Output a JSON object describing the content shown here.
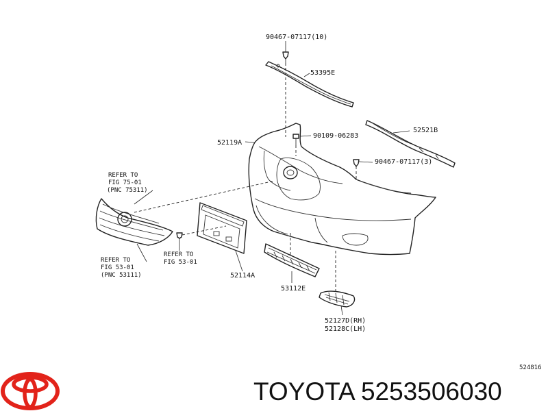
{
  "callouts": {
    "clip_top": "90467-07117(10)",
    "molding": "53395E",
    "bumper": "52119A",
    "screw": "90109-06283",
    "retainer": "52521B",
    "clip_right": "90467-07117(3)",
    "refer_75_line1": "REFER TO",
    "refer_75_line2": "FIG 75-01",
    "refer_75_line3": "(PNC 75311)",
    "refer_53a_line1": "REFER TO",
    "refer_53a_line2": "FIG 53-01",
    "refer_53a_line3": "(PNC 53111)",
    "refer_53b_line1": "REFER TO",
    "refer_53b_line2": "FIG 53-01",
    "plate_bracket": "52114A",
    "lower_grille": "53112E",
    "fog_cover_rh": "52127D(RH)",
    "fog_cover_lh": "52128C(LH)"
  },
  "diagram_code": "524816",
  "brand": {
    "logo": "toyota-logo",
    "text": "TOYOTA 5253506030",
    "color": "#e2231a"
  }
}
